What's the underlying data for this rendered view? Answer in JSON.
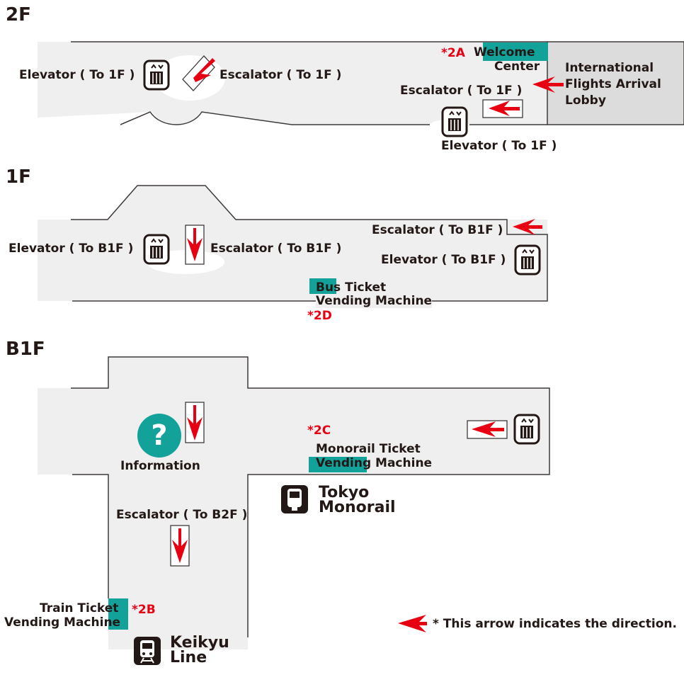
{
  "floors": {
    "f2": {
      "title": "2F",
      "elevator_left": "Elevator ( To 1F )",
      "escalator_left": "Escalator ( To 1F )",
      "code_2a": "*2A",
      "welcome_center": [
        "Welcome",
        "Center"
      ],
      "arrival_lobby": [
        "International",
        "Flights Arrival",
        "Lobby"
      ],
      "escalator_right": "Escalator ( To 1F )",
      "elevator_right": "Elevator ( To 1F )"
    },
    "f1": {
      "title": "1F",
      "elevator_left": "Elevator ( To B1F )",
      "escalator_left": "Escalator ( To B1F )",
      "escalator_right": "Escalator ( To B1F )",
      "elevator_right": "Elevator ( To B1F )",
      "bus_ticket": [
        "Bus Ticket",
        "Vending Machine"
      ],
      "code_2d": "*2D"
    },
    "b1": {
      "title": "B1F",
      "information": "Information",
      "info_glyph": "?",
      "code_2c": "*2C",
      "monorail_ticket": [
        "Monorail Ticket",
        "Vending Machine"
      ],
      "tokyo_monorail": [
        "Tokyo",
        "Monorail"
      ],
      "escalator_b2f": "Escalator ( To B2F )",
      "train_ticket": [
        "Train Ticket",
        "Vending Machine"
      ],
      "code_2b": "*2B",
      "keikyu": [
        "Keikyu",
        "Line"
      ]
    }
  },
  "legend": {
    "text": "* This arrow indicates the direction."
  },
  "icons": {
    "elevator": "elevator-icon",
    "escalator_arrow": "red-arrow-icon",
    "information": "information-icon",
    "train": "train-icon"
  },
  "colors": {
    "floor_fill": "#efefef",
    "lobby_fill": "#dcdcdc",
    "outline": "#3e3a39",
    "teal": "#13a29a",
    "red": "#e60012",
    "text": "#231815"
  }
}
